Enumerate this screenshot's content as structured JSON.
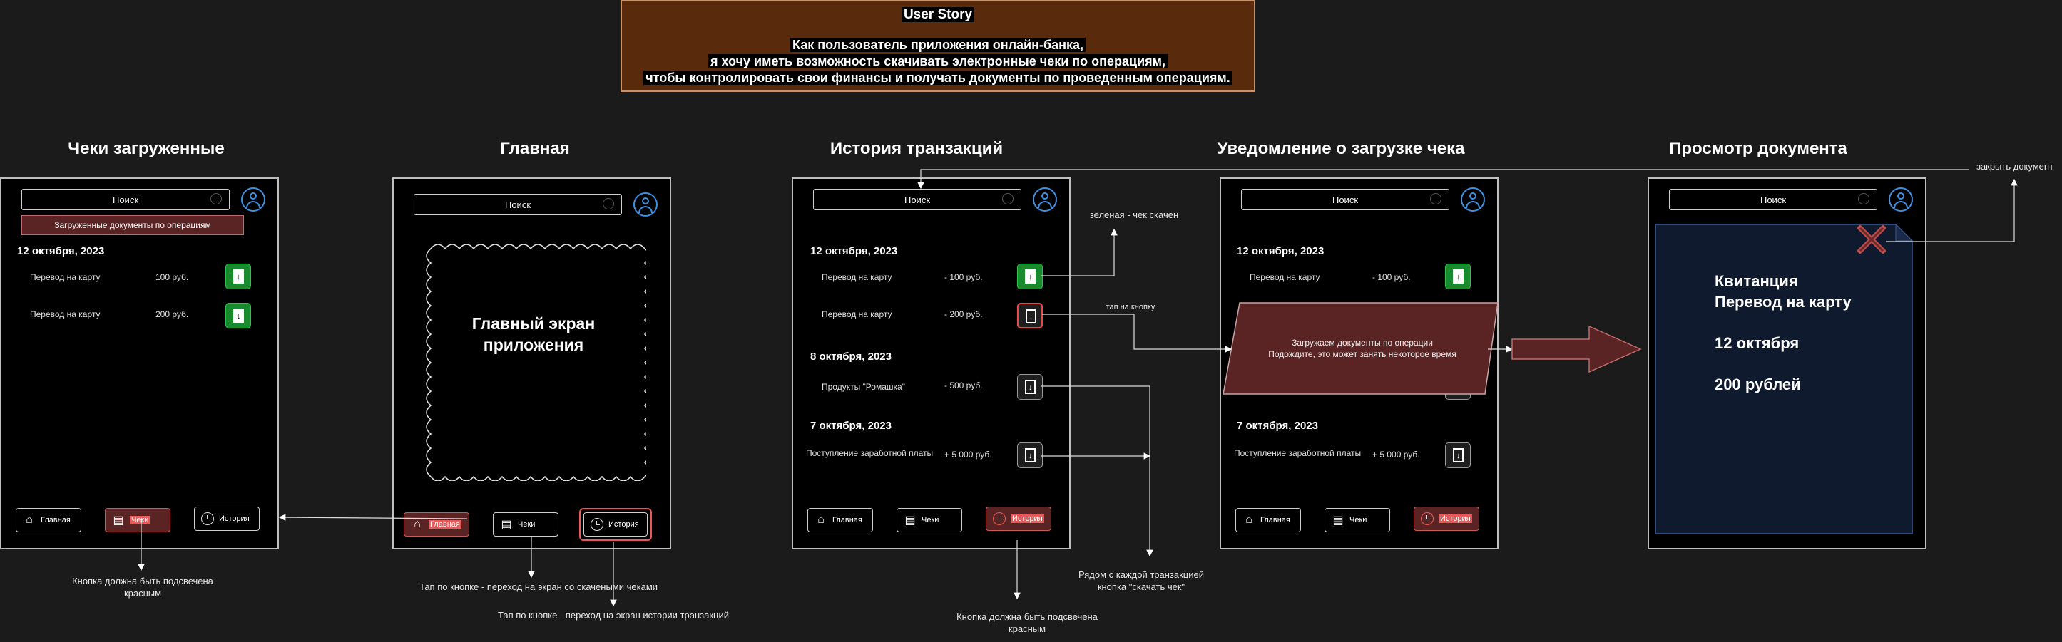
{
  "story": {
    "title": "User Story",
    "line1": "Как пользователь приложения онлайн-банка,",
    "line2": "я хочу иметь возможность скачивать электронные чеки по операциям,",
    "line3": "чтобы контролировать свои финансы и получать документы по проведенным операциям."
  },
  "titles": {
    "s1": "Чеки загруженные",
    "s2": "Главная",
    "s3": "История транзакций",
    "s4": "Уведомление о загрузке чека",
    "s5": "Просмотр документа"
  },
  "search_label": "Поиск",
  "nav": {
    "home": "Главная",
    "receipts": "Чеки",
    "history": "История"
  },
  "s1": {
    "banner": "Загруженные документы по операциям",
    "date": "12 октября, 2023",
    "rows": [
      {
        "name": "Перевод на карту",
        "amount": "100 руб."
      },
      {
        "name": "Перевод на карту",
        "amount": "200 руб."
      }
    ]
  },
  "s2": {
    "main_line1": "Главный экран",
    "main_line2": "приложения"
  },
  "s3": {
    "date1": "12 октября, 2023",
    "r1": {
      "name": "Перевод на карту",
      "amount": "- 100 руб."
    },
    "r2": {
      "name": "Перевод на карту",
      "amount": "- 200 руб."
    },
    "date2": "8 октября, 2023",
    "r3": {
      "name": "Продукты \"Ромашка\"",
      "amount": "- 500 руб."
    },
    "date3": "7 октября, 2023",
    "r4": {
      "name": "Поступление заработной платы",
      "amount": "+ 5 000 руб."
    }
  },
  "s4": {
    "date1": "12 октября, 2023",
    "r1": {
      "name": "Перевод на карту",
      "amount": "- 100 руб."
    },
    "popup_line1": "Загружаем документы по операции",
    "popup_line2": "Подождите, это может занять некоторое время",
    "date3": "7 октября, 2023",
    "r4": {
      "name": "Поступление заработной платы",
      "amount": "+ 5 000 руб."
    }
  },
  "s5": {
    "doc_line1": "Квитанция",
    "doc_line2": "Перевод на карту",
    "doc_line3": "12 октября",
    "doc_line4": "200 рублей"
  },
  "notes": {
    "green_done": "зеленая - чек скачен",
    "tap_button": "тап на кнопку",
    "close_doc": "закрыть документ",
    "highlight_1a": "Кнопка должна быть подсвечена",
    "highlight_1b": "красным",
    "tap_receipts": "Тап по кнопке - переход на экран со скачеными чеками",
    "tap_history": "Тап по кнопке - переход на экран истории транзакций",
    "next_to_each_a": "Рядом с каждой транзакцией",
    "next_to_each_b": "кнопка \"скачать чек\"",
    "highlight_3a": "Кнопка должна быть подсвечена",
    "highlight_3b": "красным"
  },
  "colors": {
    "accent_red": "#e85a5a",
    "green": "#1a8a2e",
    "story_bg": "#5a2a0c",
    "avatar_blue": "#3d8fe0"
  }
}
